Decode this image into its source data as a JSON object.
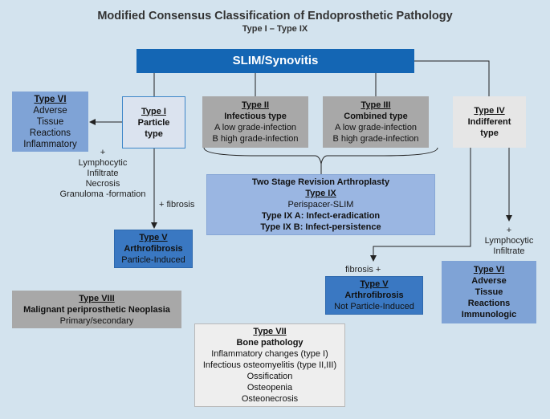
{
  "title": "Modified Consensus Classification of Endoprosthetic Pathology",
  "subtitle": "Type I – Type IX",
  "slim": "SLIM/Synovitis",
  "type_i": {
    "heading": "Type I",
    "lines": [
      "Particle",
      "type"
    ]
  },
  "type_ii": {
    "heading": "Type II",
    "bold": "Infectious type",
    "lines": [
      "A low grade-infection",
      "B high grade-infection"
    ]
  },
  "type_iii": {
    "heading": "Type III",
    "bold": "Combined type",
    "lines": [
      "A low grade-infection",
      "B high grade-infection"
    ]
  },
  "type_iv": {
    "heading": "Type IV",
    "lines": [
      "Indifferent",
      "type"
    ]
  },
  "type_vi_left": {
    "heading": "Type VI",
    "lines": [
      "Adverse",
      "Tissue",
      "Reactions",
      "Inflammatory"
    ]
  },
  "type_ix": {
    "header": "Two Stage Revision Arthroplasty",
    "heading": "Type IX",
    "line": "Perispacer-SLIM",
    "a": "Type IX A: Infect-eradication",
    "b": "Type IX B: Infect-persistence"
  },
  "note_left": {
    "lines": [
      "+",
      "Lymphocytic",
      "Infiltrate",
      "Necrosis",
      "Granuloma -formation"
    ]
  },
  "fibrosis_left": "+ fibrosis",
  "type_v_left": {
    "heading": "Type V",
    "bold": "Arthrofibrosis",
    "line": "Particle-Induced"
  },
  "note_right": {
    "lines": [
      "+",
      "Lymphocytic",
      "Infiltrate"
    ]
  },
  "fibrosis_right": "fibrosis +",
  "type_v_right": {
    "heading": "Type V",
    "bold": "Arthrofibrosis",
    "line": "Not Particle-Induced"
  },
  "type_vi_right": {
    "heading": "Type VI",
    "lines": [
      "Adverse",
      "Tissue",
      "Reactions",
      "Immunologic"
    ]
  },
  "type_viii": {
    "heading": "Type VIII",
    "bold": "Malignant periprosthetic Neoplasia",
    "line": "Primary/secondary"
  },
  "type_vii": {
    "heading": "Type VII",
    "bold": "Bone pathology",
    "lines": [
      "Inflammatory changes (type I)",
      "Infectious osteomyelitis (type II,III)",
      "Ossification",
      "Osteopenia",
      "Osteonecrosis"
    ]
  },
  "colors": {
    "background": "#d3e3ee",
    "slim_blue": "#1466b4",
    "dark_blue": "#3a78c2",
    "mid_blue": "#7fa3d6",
    "grey": "#a8a8a8",
    "light_grey": "#e6e6e6"
  }
}
